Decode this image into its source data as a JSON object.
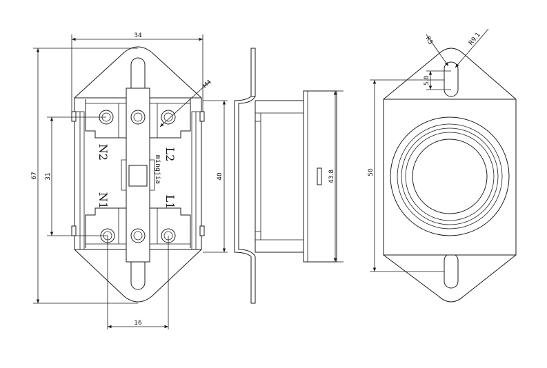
{
  "drawing": {
    "dimensions": {
      "width_top": "34",
      "height_overall": "67",
      "hole_pitch_vertical": "31",
      "height_body": "40",
      "hole_pitch_horizontal": "16",
      "thread": "M4",
      "side_height": "43.8",
      "right_height": "50",
      "slot_width": "5.8",
      "radius_slot": "R5",
      "radius_outer": "R9.1"
    },
    "terminals": {
      "n2": "N2",
      "l2": "L2",
      "n1": "N1",
      "l1": "L1"
    },
    "brand": "mingjia"
  }
}
